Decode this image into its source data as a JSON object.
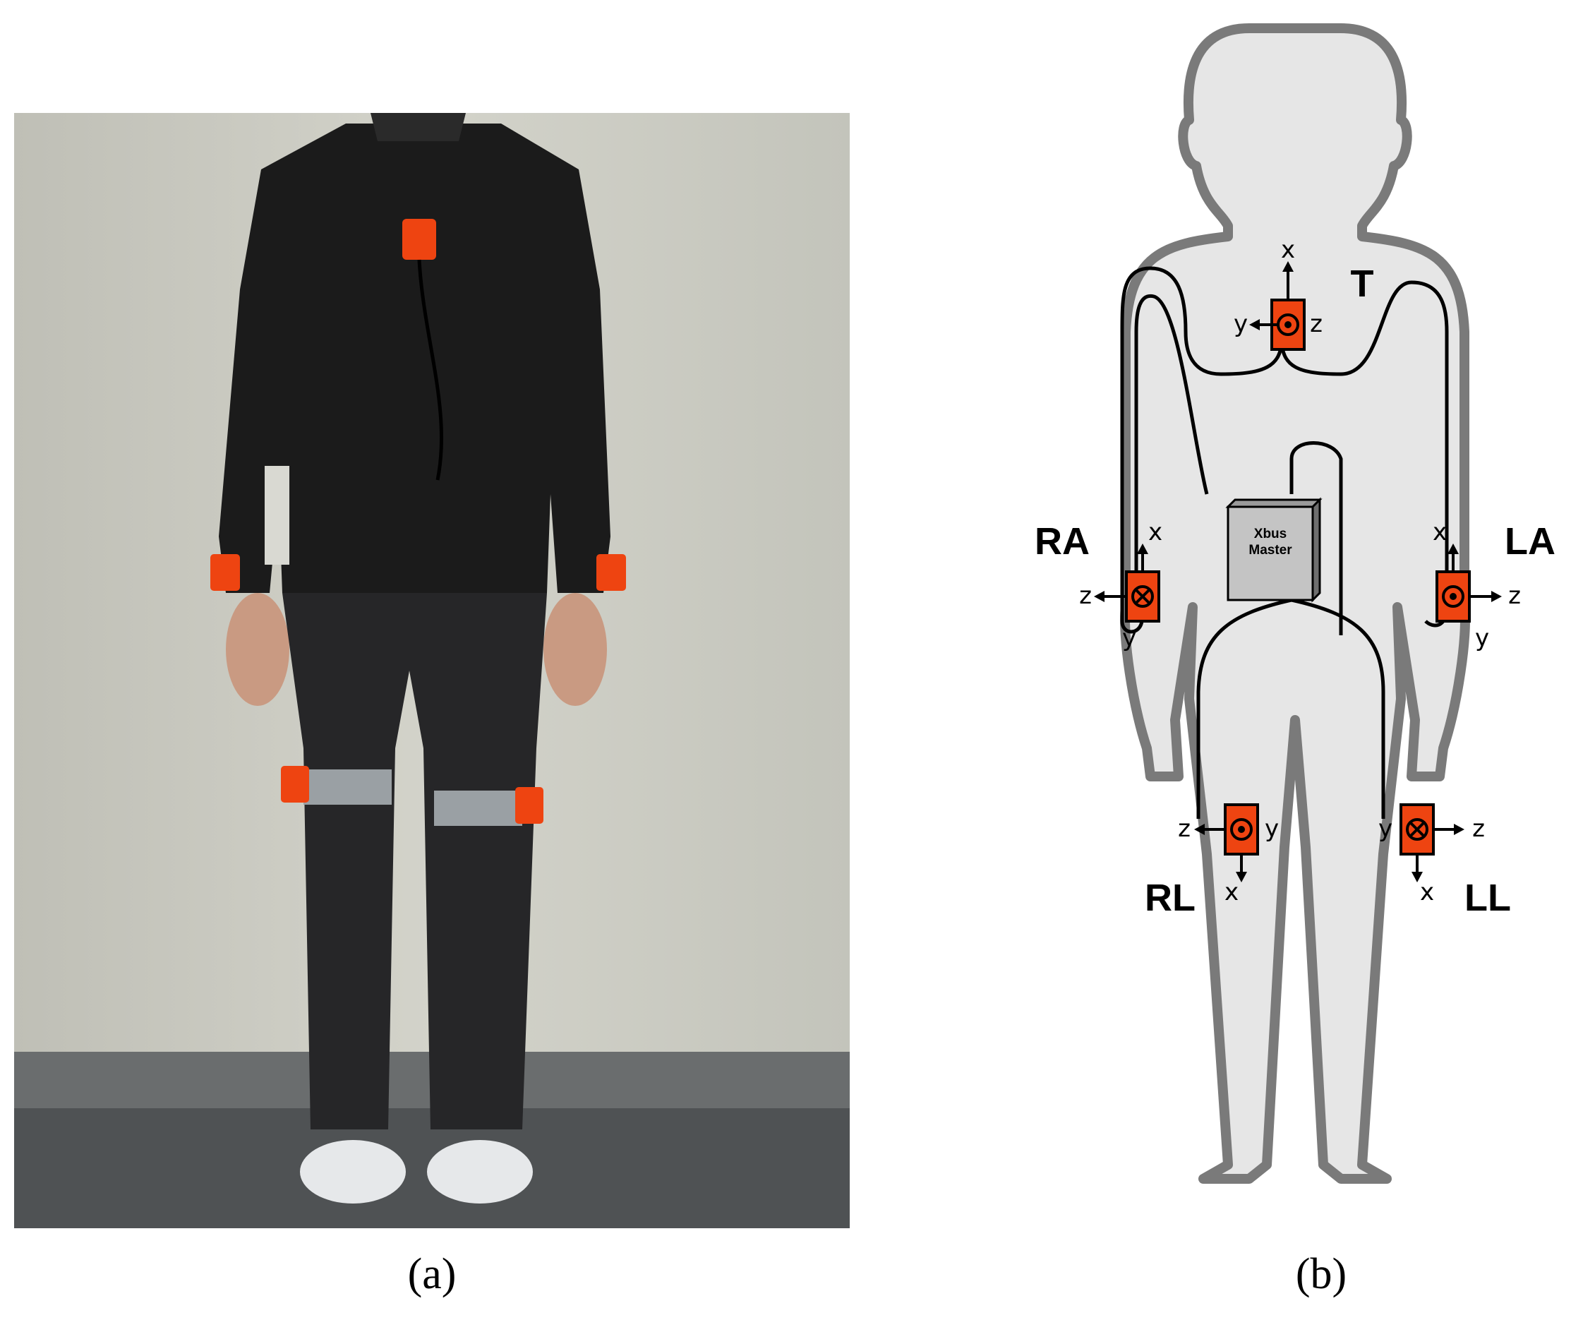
{
  "captions": {
    "a": "(a)",
    "b": "(b)"
  },
  "colors": {
    "sensor": "#ee4411",
    "body_fill": "#e6e6e6",
    "body_outline": "#7a7a7a",
    "wall": "#c9c9bf",
    "floor": "#55585a"
  },
  "sensors": {
    "T": {
      "label": "T",
      "up": "x",
      "left": "y",
      "right": "z"
    },
    "RA": {
      "label": "RA",
      "up": "x",
      "left": "z",
      "bottom": "y"
    },
    "LA": {
      "label": "LA",
      "up": "x",
      "right": "z",
      "bottom": "y"
    },
    "RL": {
      "label": "RL",
      "left": "z",
      "right": "y",
      "down": "x"
    },
    "LL": {
      "label": "LL",
      "left": "y",
      "right": "z",
      "down": "x"
    }
  },
  "master": {
    "line1": "Xbus",
    "line2": "Master"
  }
}
